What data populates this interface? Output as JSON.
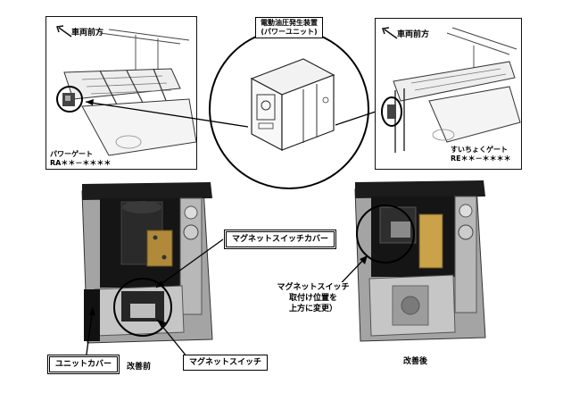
{
  "top_left": {
    "direction_label": "車両前方",
    "model_name": "パワーゲート",
    "model_code": "RA＊＊－＊＊＊＊"
  },
  "center": {
    "title_line1": "電動油圧発生装置",
    "title_line2": "(パワーユニット)"
  },
  "top_right": {
    "direction_label": "車両前方",
    "model_name": "すいちょくゲート",
    "model_code": "RE＊＊－＊＊＊＊"
  },
  "bottom_left": {
    "magnet_cover_label": "マグネットスイッチカバー",
    "unit_cover_label": "ユニットカバー",
    "magnet_switch_label": "マグネットスイッチ",
    "caption": "改善前"
  },
  "bottom_right": {
    "note_line1": "マグネットスイッチ",
    "note_line2": "取付け位置を",
    "note_line3": "上方に変更）",
    "caption": "改善後"
  },
  "colors": {
    "line": "#111111",
    "unit_body": "#9a9a9a",
    "unit_dark": "#1c1c1c",
    "brass": "#b08a3a"
  }
}
